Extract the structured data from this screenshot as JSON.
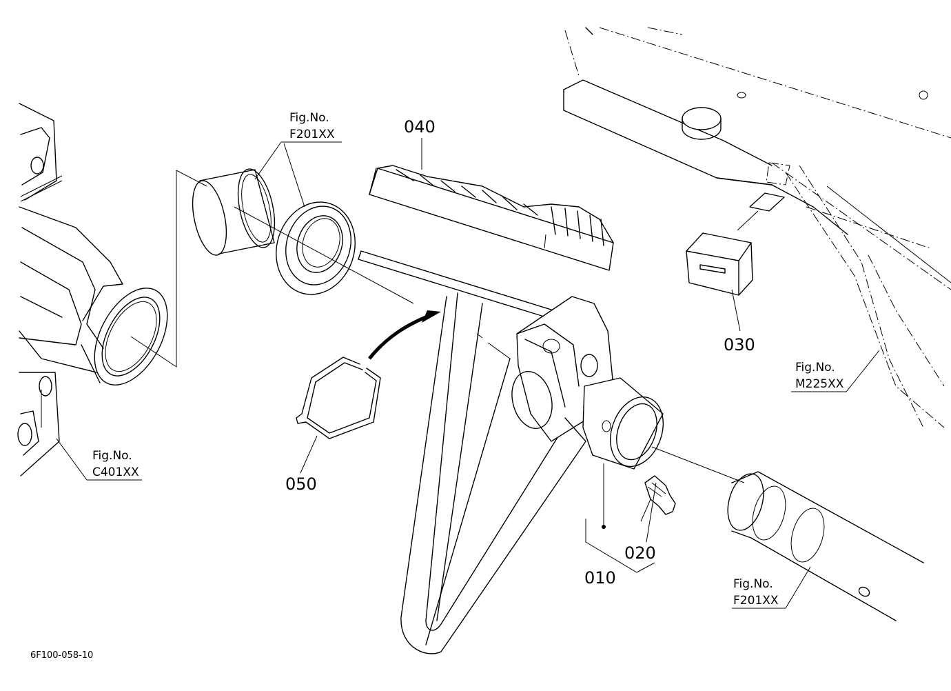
{
  "callouts": {
    "p010": "010",
    "p020": "020",
    "p030": "030",
    "p040": "040",
    "p050": "050"
  },
  "fig_refs": {
    "f201_top": {
      "label": "Fig.No.",
      "code": "F201XX"
    },
    "c401": {
      "label": "Fig.No.",
      "code": "C401XX"
    },
    "m225": {
      "label": "Fig.No.",
      "code": "M225XX"
    },
    "f201_bottom": {
      "label": "Fig.No.",
      "code": "F201XX"
    }
  },
  "drawing_code": "6F100-058-10"
}
